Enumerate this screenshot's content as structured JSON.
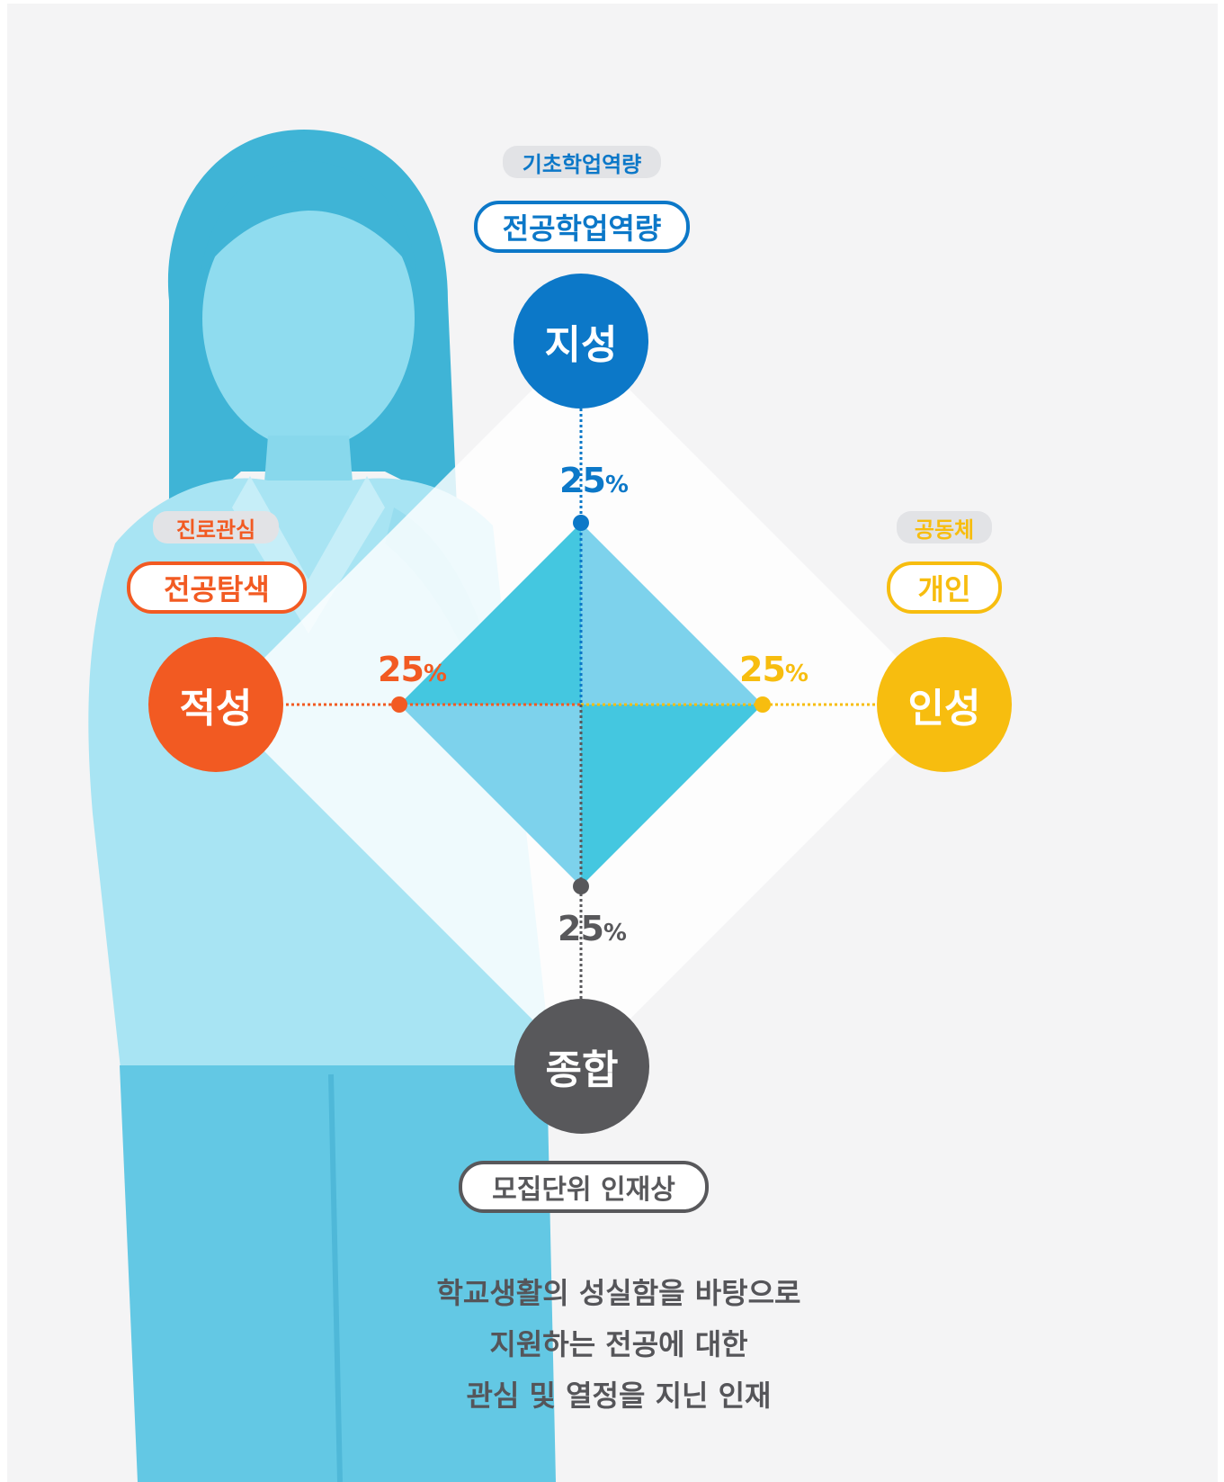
{
  "colors": {
    "intellect": "#0c78c8",
    "aptitude": "#f25a22",
    "character": "#f7bd0f",
    "overall": "#58585b",
    "diamond_dark": "#44c7e0",
    "diamond_light": "#7dd2ec",
    "photo_tint": "#57c6e4"
  },
  "figure": {
    "description": "student-photo",
    "icon": "person-photo"
  },
  "top": {
    "tag": "기초학업역량",
    "pill": "전공학업역량",
    "node": "지성",
    "percent": "25",
    "unit": "%"
  },
  "left": {
    "tag": "진로관심",
    "pill": "전공탐색",
    "node": "적성",
    "percent": "25",
    "unit": "%"
  },
  "right": {
    "tag": "공동체",
    "pill": "개인",
    "node": "인성",
    "percent": "25",
    "unit": "%"
  },
  "bottom": {
    "node": "종합",
    "percent": "25",
    "unit": "%",
    "pill": "모집단위 인재상"
  },
  "description": [
    "학교생활의 성실함을 바탕으로",
    "지원하는 전공에 대한",
    "관심 및 열정을 지닌 인재"
  ]
}
